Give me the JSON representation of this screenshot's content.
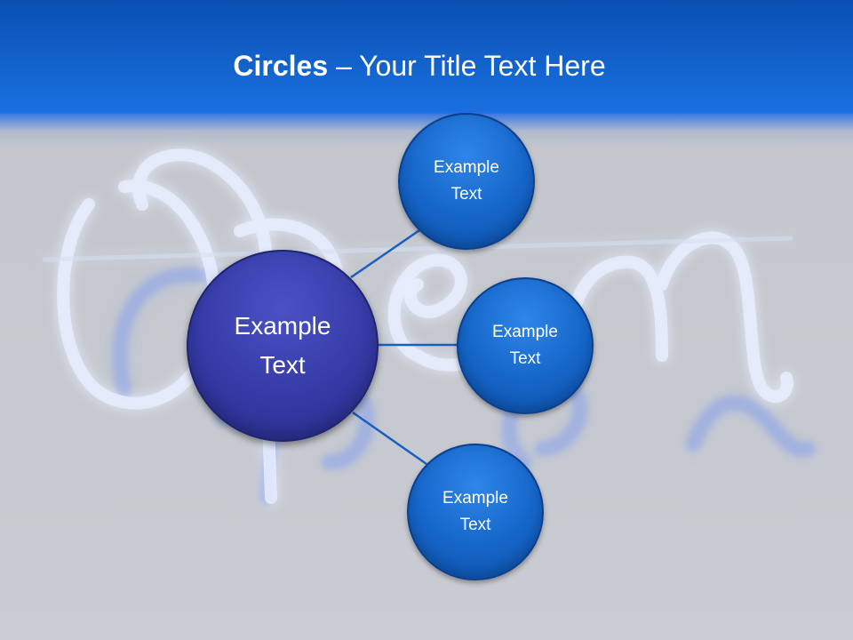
{
  "slide": {
    "title_bold": "Circles",
    "title_rest": " – Your Title Text Here"
  },
  "diagram": {
    "hub": {
      "line1": "Example",
      "line2": "Text"
    },
    "satellites": [
      {
        "line1": "Example",
        "line2": "Text"
      },
      {
        "line1": "Example",
        "line2": "Text"
      },
      {
        "line1": "Example",
        "line2": "Text"
      }
    ]
  },
  "colors": {
    "header_blue": "#1467d2",
    "satellite_blue": "#1565c8",
    "hub_indigo": "#353aa6",
    "connector": "#1a5fc0"
  }
}
